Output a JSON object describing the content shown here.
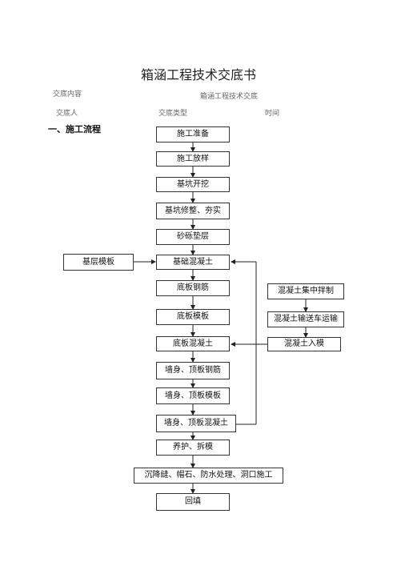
{
  "doc": {
    "title": "箱涵工程技术交底书",
    "meta": {
      "content_label": "交底内容",
      "content_value": "箱涵工程技术交底",
      "person_label": "交底人",
      "type_label": "交底类型",
      "time_label": "时间"
    },
    "section_title": "一、施工流程"
  },
  "flowchart": {
    "main_steps": [
      "施工准备",
      "施工放样",
      "基坑开挖",
      "基坑修整、夯实",
      "砂砾垫层",
      "基础混凝土",
      "底板钢筋",
      "底板模板",
      "底板混凝土",
      "墙身、顶板钢筋",
      "墙身、顶板模板",
      "墙身、顶板混凝土",
      "养护、拆模",
      "沉降缝、帽石、防水处理、洞口施工",
      "回填"
    ],
    "side_left": "基层模板",
    "side_right": [
      "混凝土集中拌制",
      "混凝土输送车运输",
      "混凝土入模"
    ]
  }
}
